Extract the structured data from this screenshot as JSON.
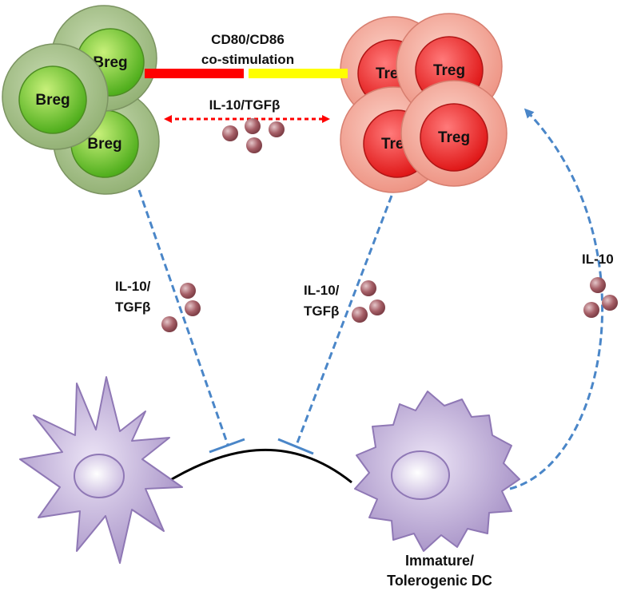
{
  "breg_cells": [
    "Breg",
    "Breg",
    "Breg"
  ],
  "treg_cells": [
    "Treg",
    "Treg",
    "Treg",
    "Treg"
  ],
  "costim_label": [
    "CD80/CD86",
    "co-stimulation"
  ],
  "top_cytokine_label": "IL-10/TGFβ",
  "left_cytokine_label": [
    "IL-10/",
    "TGFβ"
  ],
  "middle_cytokine_label": [
    "IL-10/",
    "TGFβ"
  ],
  "right_cytokine_label": "IL-10",
  "dc_label": [
    "Immature/",
    "Tolerogenic DC"
  ],
  "colors": {
    "breg_outer": "#a9c48d",
    "breg_inner": "#7fd23a",
    "treg_outer": "#f6b3a6",
    "treg_inner": "#f23c3c",
    "costim_red": "#ff0000",
    "costim_yellow": "#ffff00",
    "dashed_blue": "#4a86c8",
    "dashed_red": "#ff0000",
    "cytokine": "#a05a62",
    "dc_body": "#b9a5d3"
  }
}
